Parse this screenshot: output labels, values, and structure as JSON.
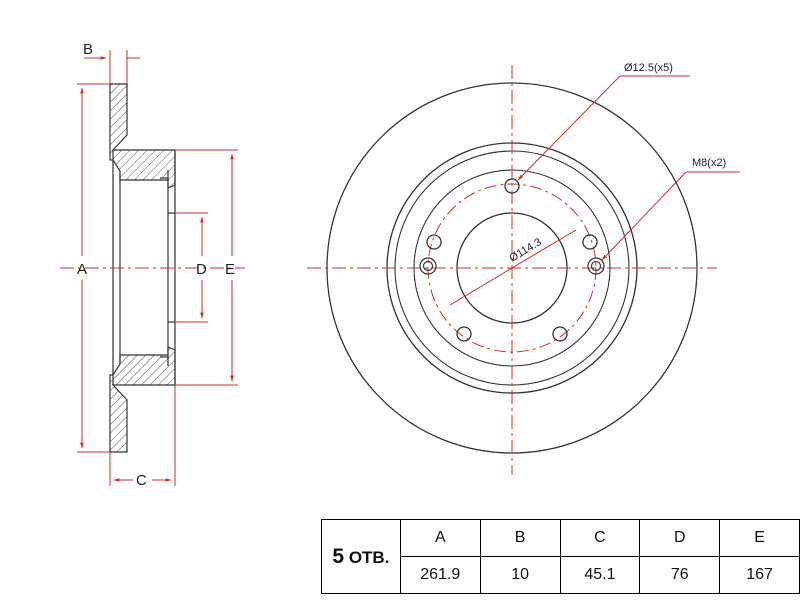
{
  "drawing": {
    "side_view": {
      "dim_a": "A",
      "dim_b": "B",
      "dim_c": "C",
      "dim_d": "D",
      "dim_e": "E"
    },
    "front_view": {
      "hole_callout": "Ø12.5(x5)",
      "thread_callout": "M8(x2)",
      "pcd_callout": "Ø114.3"
    }
  },
  "spec_table": {
    "holes_count": "5",
    "holes_unit": "ОТВ.",
    "headers": [
      "A",
      "B",
      "C",
      "D",
      "E"
    ],
    "values": [
      "261.9",
      "10",
      "45.1",
      "76",
      "167"
    ]
  },
  "colors": {
    "outline": "#333333",
    "dimension": "#d42a2a",
    "hatch": "#555555"
  }
}
